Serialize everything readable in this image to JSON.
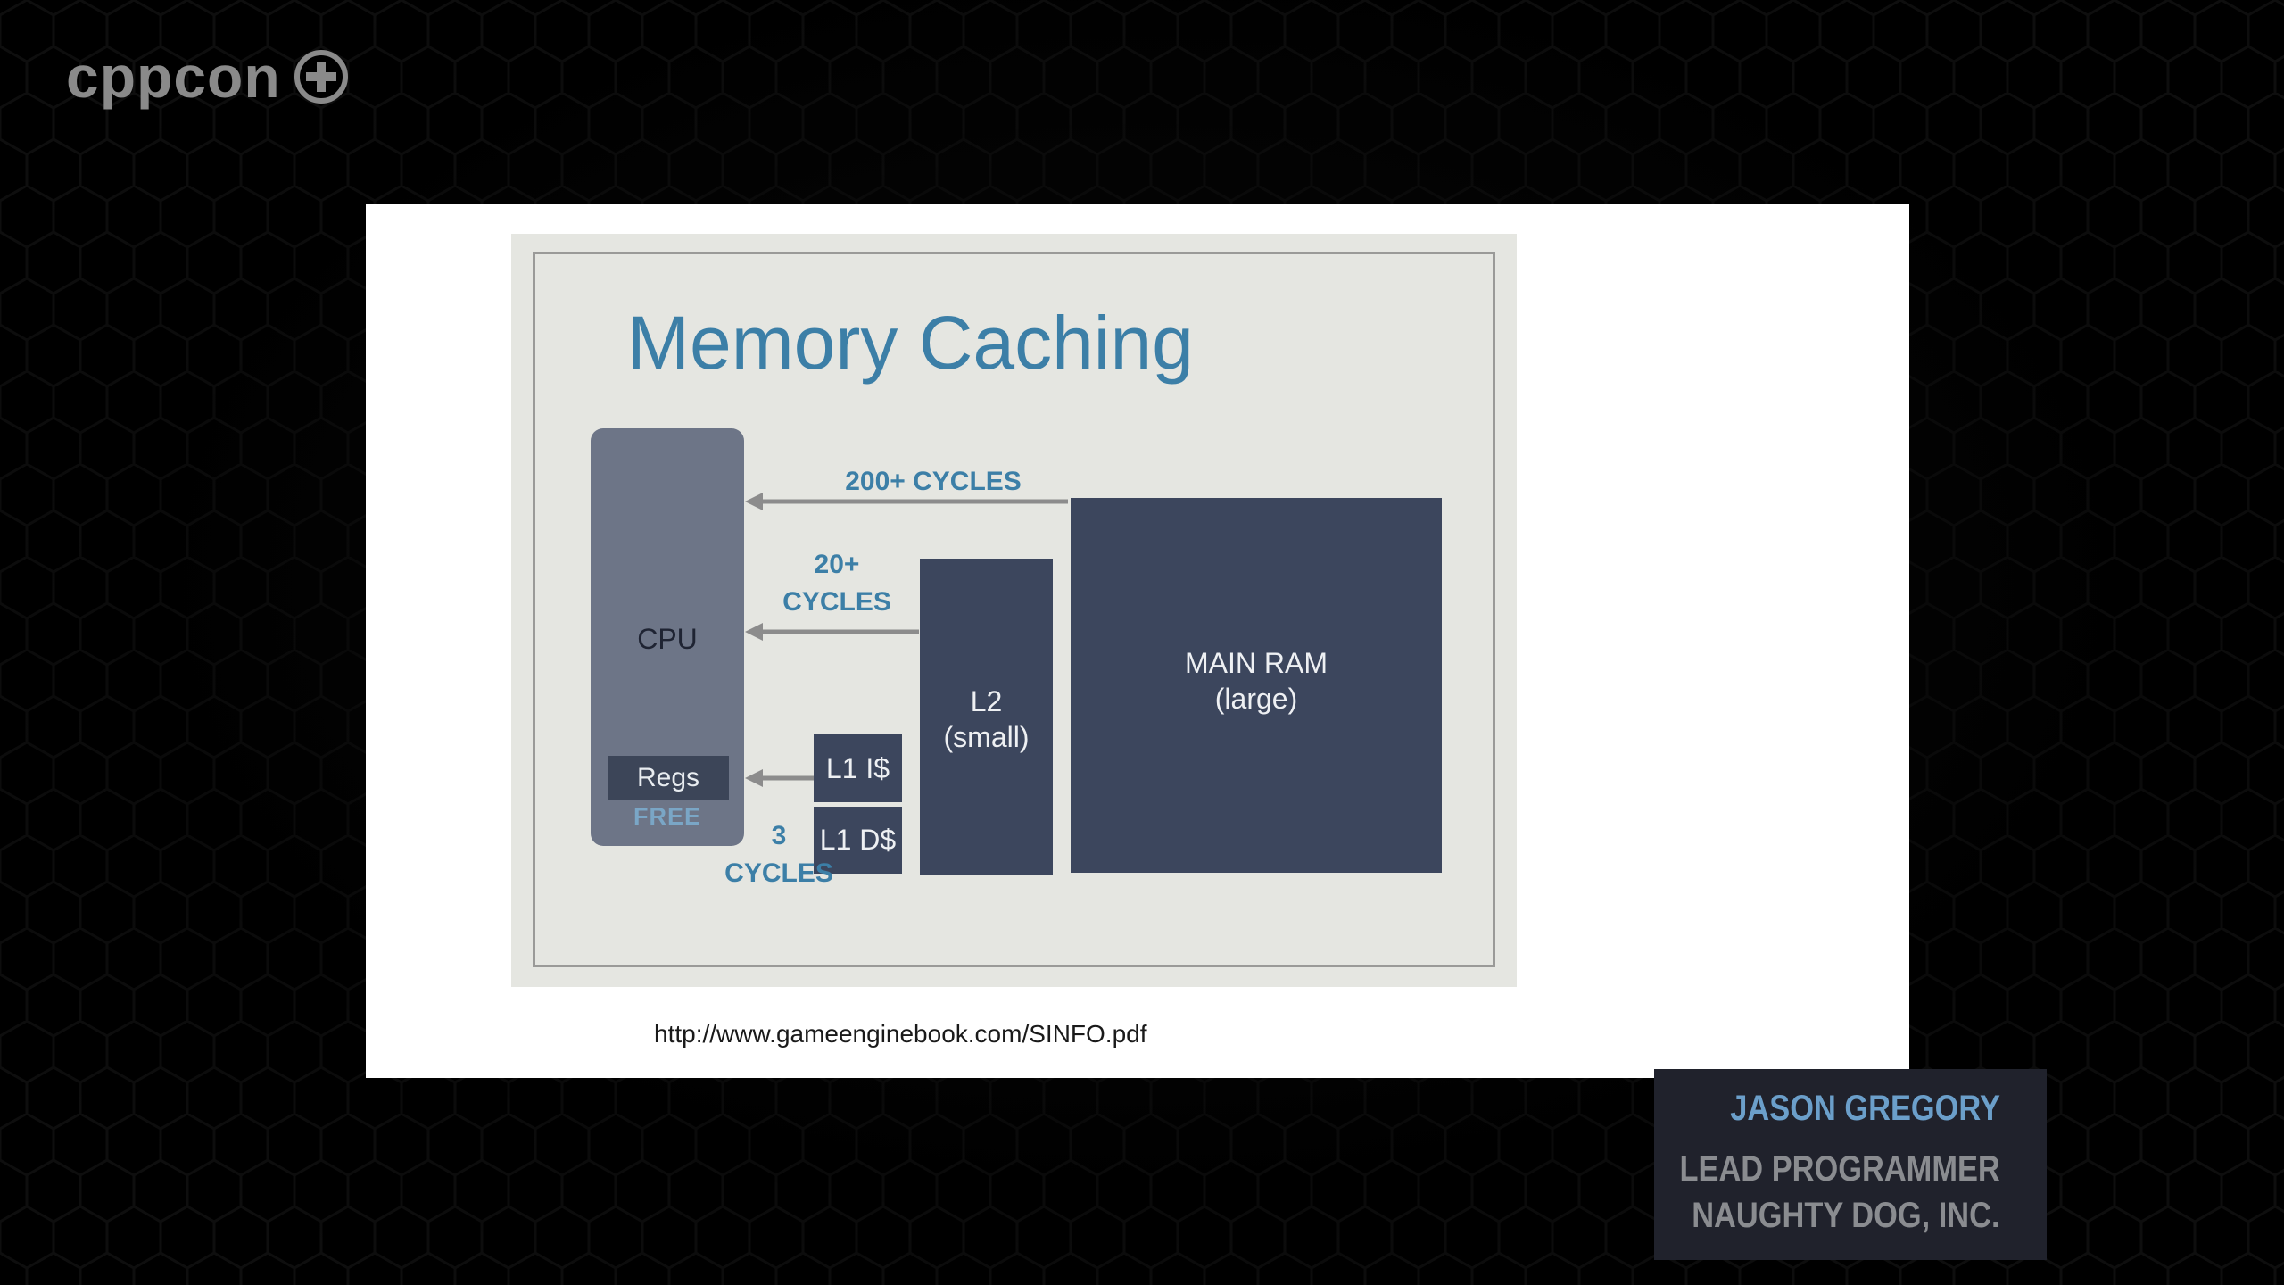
{
  "logo": {
    "text": "cppcon",
    "icon": "plus-circle-icon"
  },
  "slide": {
    "title": "Memory Caching",
    "cpu_label": "CPU",
    "regs_label": "Regs",
    "free_label": "FREE",
    "l1i_label": "L1 I$",
    "l1d_label": "L1 D$",
    "l2_label_line1": "L2",
    "l2_label_line2": "(small)",
    "ram_label_line1": "MAIN RAM",
    "ram_label_line2": "(large)",
    "ram_latency": "200+ CYCLES",
    "l2_latency_line1": "20+",
    "l2_latency_line2": "CYCLES",
    "l1_latency_line1": "3",
    "l1_latency_line2": "CYCLES"
  },
  "caption": {
    "url": "http://www.gameenginebook.com/SINFO.pdf"
  },
  "speaker": {
    "name": "JASON GREGORY",
    "role": "LEAD PROGRAMMER",
    "organization": "NAUGHTY DOG, INC."
  },
  "colors": {
    "background": "#000000",
    "title_blue": "#3c7fa7",
    "box_dark": "#3c465d",
    "cpu_grey": "#6d7587",
    "slide_bg": "#e5e6e1"
  }
}
